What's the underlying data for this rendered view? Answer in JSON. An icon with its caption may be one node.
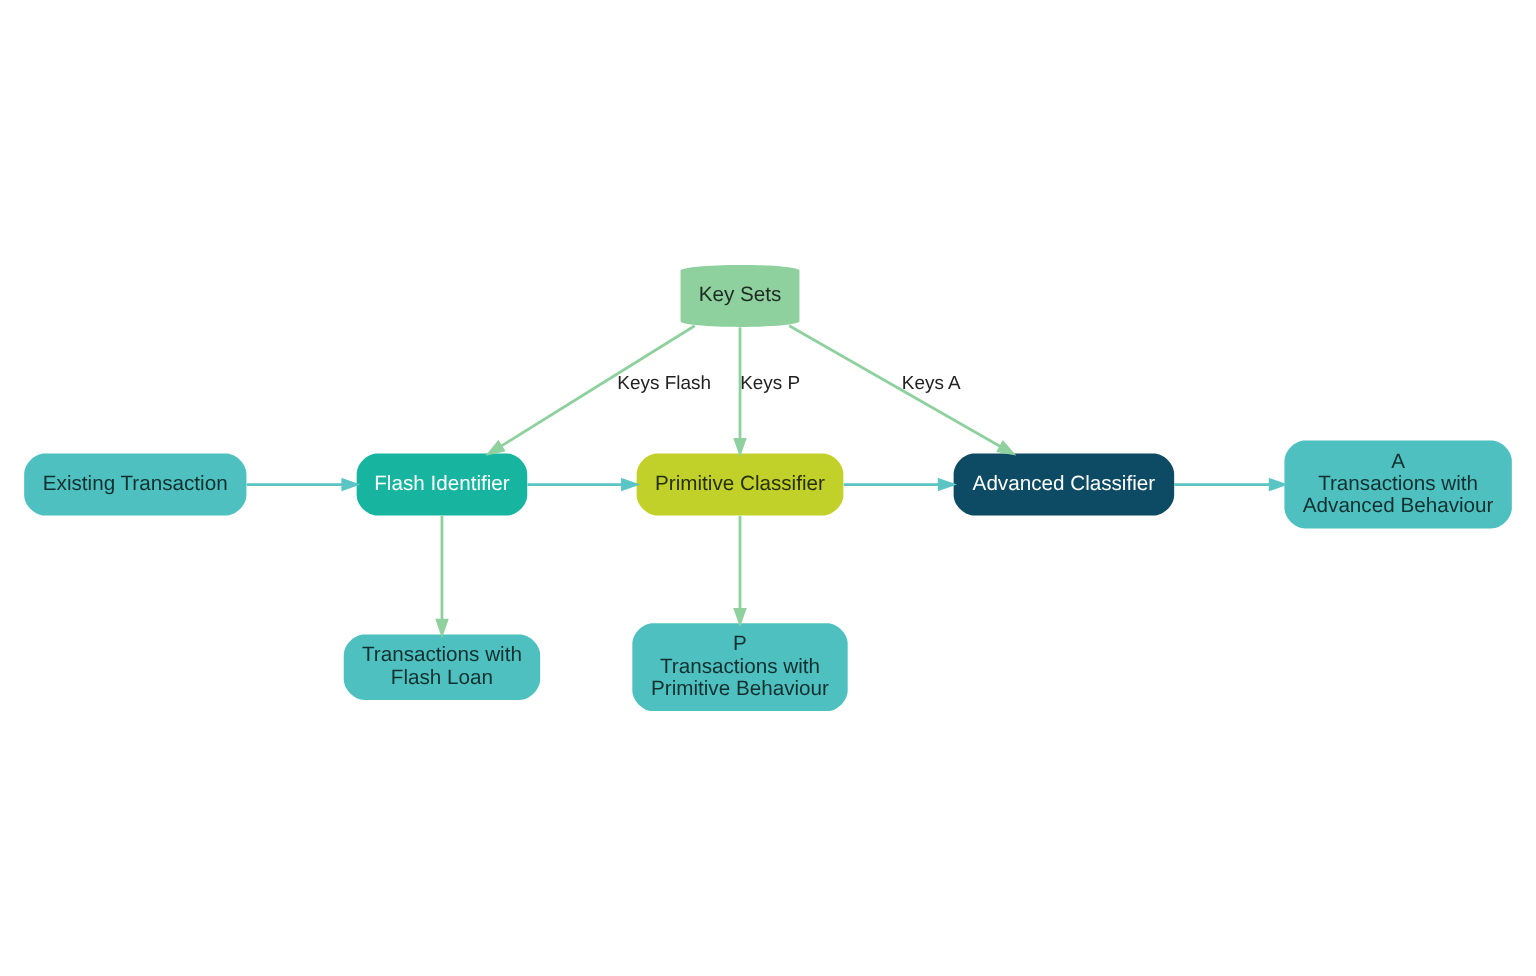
{
  "diagram": {
    "nodes": [
      {
        "text": [
          "Key Sets"
        ]
      },
      {
        "text": [
          "Existing Transaction"
        ]
      },
      {
        "text": [
          "Flash Identifier"
        ]
      },
      {
        "text": [
          "Primitive Classifier"
        ]
      },
      {
        "text": [
          "Advanced Classifier"
        ]
      },
      {
        "text": [
          "A",
          "Transactions with Advanced Behaviour"
        ]
      },
      {
        "text": [
          "Transactions with Flash Loan"
        ]
      },
      {
        "text": [
          "P",
          "Transactions with Primitive Behaviour"
        ]
      }
    ],
    "edges": [
      {
        "from": 0,
        "to": 2,
        "arrow": "to",
        "label": "Keys Flash"
      },
      {
        "from": 0,
        "to": 3,
        "arrow": "to",
        "label": "Keys P"
      },
      {
        "from": 0,
        "to": 4,
        "arrow": "to",
        "label": "Keys A"
      },
      {
        "from": 1,
        "to": 2,
        "arrow": "to",
        "color": "#5bc4c4"
      },
      {
        "from": 2,
        "to": 3,
        "arrow": "to",
        "color": "#5bc4c4"
      },
      {
        "from": 3,
        "to": 4,
        "arrow": "to",
        "color": "#5bc4c4"
      },
      {
        "from": 4,
        "to": 5,
        "arrow": "to",
        "color": "#5bc4c4"
      },
      {
        "from": 2,
        "to": 6,
        "arrow": "to"
      },
      {
        "from": 3,
        "to": 7,
        "arrow": "to"
      }
    ]
  }
}
